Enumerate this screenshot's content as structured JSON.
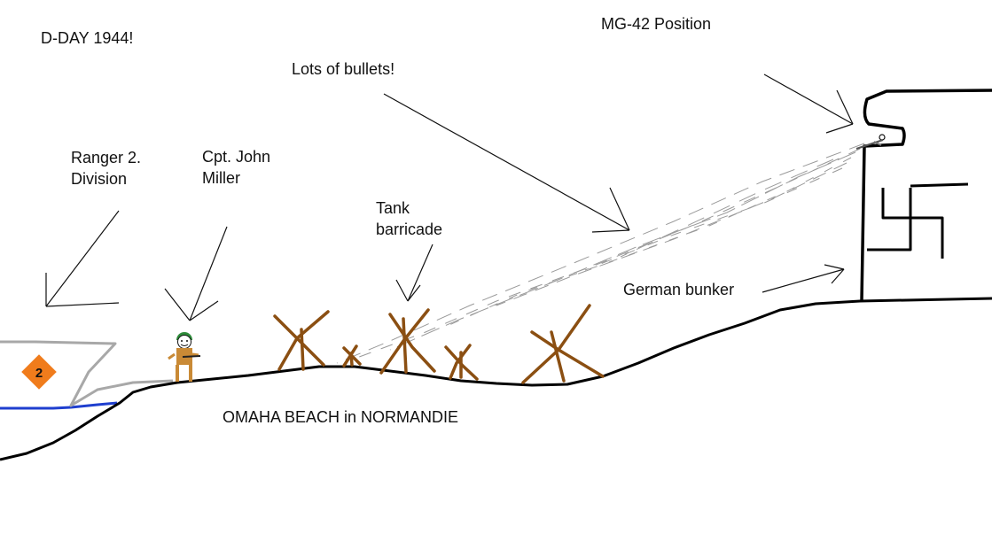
{
  "labels": {
    "title": "D-DAY 1944!",
    "mg42": "MG-42 Position",
    "bullets": "Lots of bullets!",
    "ranger": "Ranger 2.\nDivision",
    "captain": "Cpt. John\nMiller",
    "barricade": "Tank\nbarricade",
    "bunker": "German bunker",
    "beach": "OMAHA BEACH in NORMANDIE"
  },
  "boat_badge": "2",
  "colors": {
    "ground": "#000000",
    "water": "#1f3fcf",
    "boat": "#a8a8a8",
    "badge": "#f07c1c",
    "wood": "#8b4f12",
    "helmet": "#2e8b3a",
    "soldier": "#c98a36",
    "bullet_trail": "#9a9a9a"
  },
  "icons": [
    "landing-boat",
    "soldier",
    "czech-hedgehog",
    "machine-gun",
    "bunker-emblem"
  ]
}
